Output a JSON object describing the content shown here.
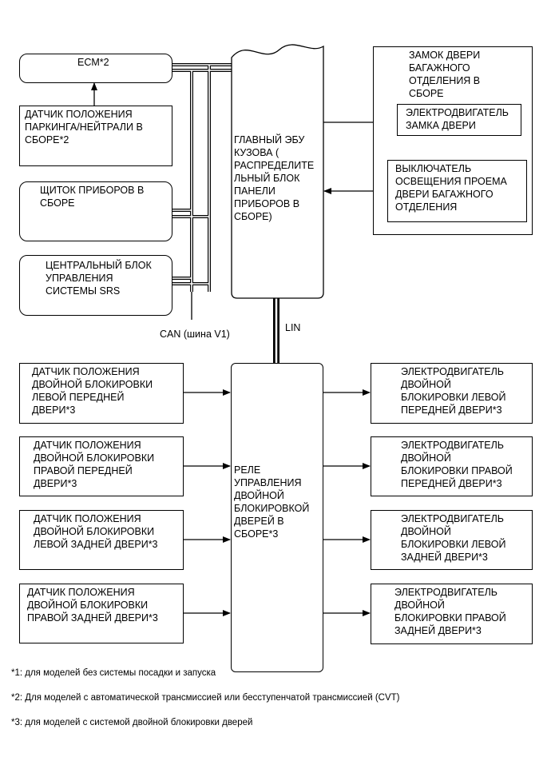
{
  "blocks": {
    "ecm": "ECM*2",
    "park_sensor": "ДАТЧИК ПОЛОЖЕНИЯ\nПАРКИНГА/НЕЙТРАЛИ В\nСБОРЕ*2",
    "meter": "ЩИТОК ПРИБОРОВ В\nСБОРЕ",
    "srs": "ЦЕНТРАЛЬНЫЙ БЛОК\nУПРАВЛЕНИЯ\nСИСТЕМЫ SRS",
    "main_ecu": "ГЛАВНЫЙ ЭБУ\nКУЗОВА (\nРАСПРЕДЕЛИТЕ\nЛЬНЫЙ БЛОК\nПАНЕЛИ\nПРИБОРОВ В\nСБОРЕ)",
    "back_lock": "ЗАМОК ДВЕРИ\nБАГАЖНОГО\nОТДЕЛЕНИЯ В\nСБОРЕ",
    "back_motor": "ЭЛЕКТРОДВИГАТЕЛЬ\nЗАМКА ДВЕРИ",
    "back_switch": "ВЫКЛЮЧАТЕЛЬ\nОСВЕЩЕНИЯ ПРОЕМА\nДВЕРИ БАГАЖНОГО\nОТДЕЛЕНИЯ",
    "relay": "РЕЛЕ\nУПРАВЛЕНИЯ\nДВОЙНОЙ\nБЛОКИРОВКОЙ\nДВЕРЕЙ В\nСБОРЕ*3",
    "sensors": [
      "ДАТЧИК ПОЛОЖЕНИЯ\nДВОЙНОЙ БЛОКИРОВКИ\nЛЕВОЙ ПЕРЕДНЕЙ\nДВЕРИ*3",
      "ДАТЧИК ПОЛОЖЕНИЯ\nДВОЙНОЙ БЛОКИРОВКИ\nПРАВОЙ ПЕРЕДНЕЙ\nДВЕРИ*3",
      "ДАТЧИК ПОЛОЖЕНИЯ\nДВОЙНОЙ БЛОКИРОВКИ\nЛЕВОЙ ЗАДНЕЙ ДВЕРИ*3",
      "ДАТЧИК ПОЛОЖЕНИЯ\nДВОЙНОЙ БЛОКИРОВКИ\nПРАВОЙ ЗАДНЕЙ ДВЕРИ*3"
    ],
    "motors": [
      "ЭЛЕКТРОДВИГАТЕЛЬ\nДВОЙНОЙ\nБЛОКИРОВКИ ЛЕВОЙ\nПЕРЕДНЕЙ ДВЕРИ*3",
      "ЭЛЕКТРОДВИГАТЕЛЬ\nДВОЙНОЙ\nБЛОКИРОВКИ ПРАВОЙ\nПЕРЕДНЕЙ ДВЕРИ*3",
      "ЭЛЕКТРОДВИГАТЕЛЬ\nДВОЙНОЙ\nБЛОКИРОВКИ ЛЕВОЙ\nЗАДНЕЙ ДВЕРИ*3",
      "ЭЛЕКТРОДВИГАТЕЛЬ\nДВОЙНОЙ\nБЛОКИРОВКИ ПРАВОЙ\nЗАДНЕЙ ДВЕРИ*3"
    ]
  },
  "bus_labels": {
    "can": "CAN (шина V1)",
    "lin": "LIN"
  },
  "notes": [
    "*1: для моделей без системы посадки и запуска",
    "*2: Для моделей с автоматической трансмиссией или бесступенчатой трансмиссией (CVT)",
    "*3: для моделей с системой двойной блокировки дверей"
  ]
}
